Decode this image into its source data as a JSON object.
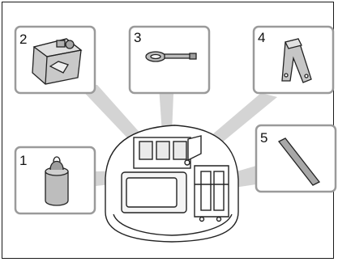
{
  "callouts": [
    {
      "number": "1",
      "part": "weight-icon"
    },
    {
      "number": "2",
      "part": "box-icon"
    },
    {
      "number": "3",
      "part": "key-tool-icon"
    },
    {
      "number": "4",
      "part": "clip-icon"
    },
    {
      "number": "5",
      "part": "rod-icon"
    }
  ],
  "colors": {
    "frame": "#1a1a1a",
    "callout_border": "#9a9a9a",
    "callout_beam": "#cfcfcf",
    "part_fill": "#bdbdbd",
    "part_stroke": "#222222"
  }
}
